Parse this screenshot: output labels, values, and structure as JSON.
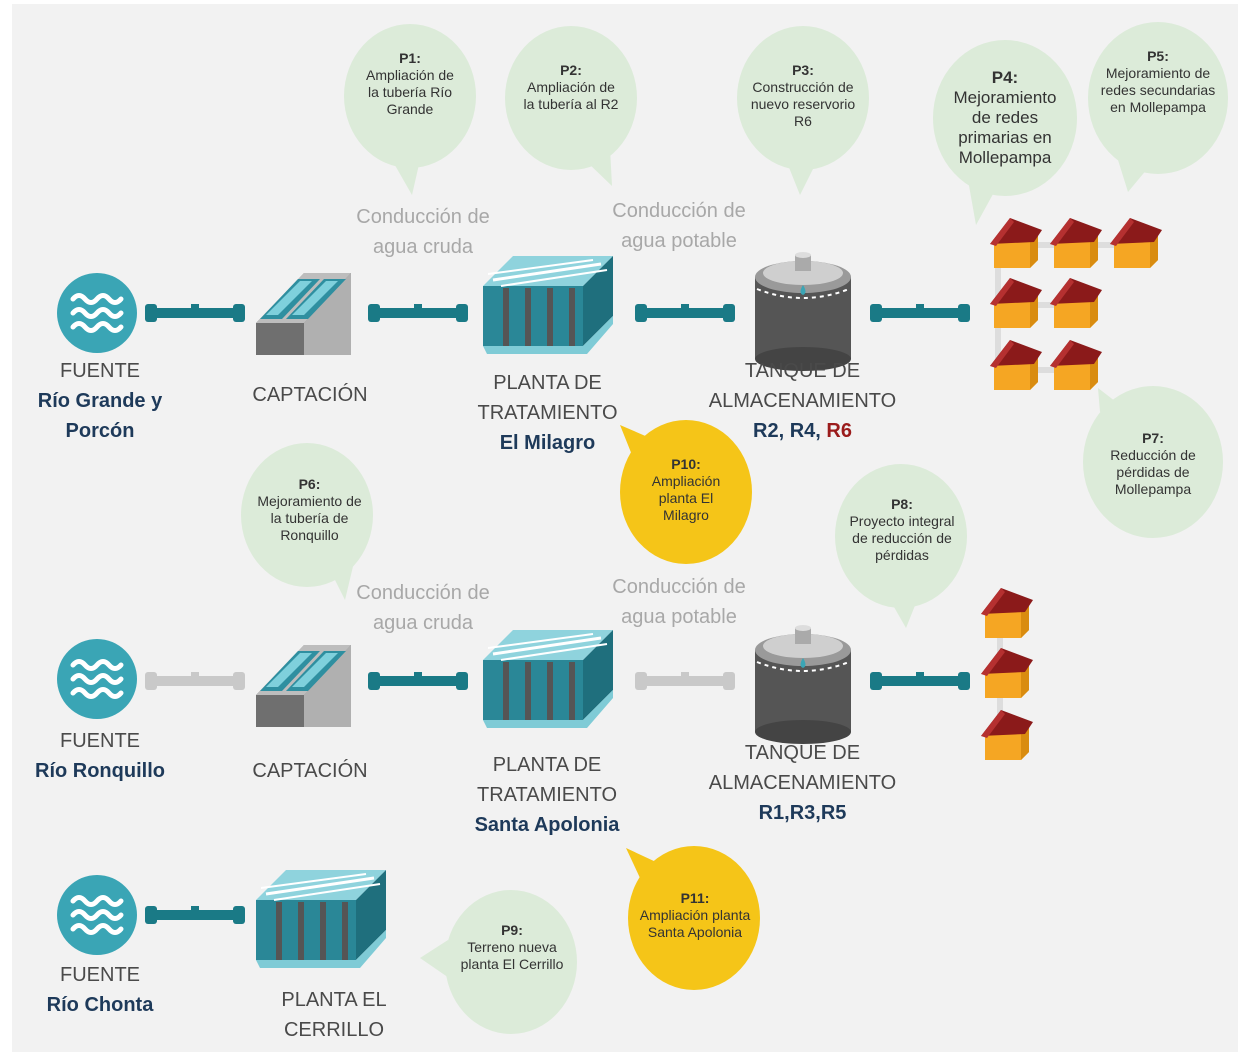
{
  "rows": [
    {
      "source": {
        "label": "FUENTE",
        "name": "Río Grande y Porcón"
      },
      "intake": {
        "label": "CAPTACIÓN"
      },
      "raw_water": {
        "label": "Conducción de agua cruda"
      },
      "plant": {
        "label": "PLANTA DE TRATAMIENTO",
        "name": "El Milagro"
      },
      "potable_water": {
        "label": "Conducción de agua potable"
      },
      "tank": {
        "label": "TANQUE DE ALMACENAMIENTO",
        "names_existing": "R2, R4,",
        "name_new": "R6",
        "new_color": "#9b1c1c"
      }
    },
    {
      "source": {
        "label": "FUENTE",
        "name": "Río Ronquillo"
      },
      "intake": {
        "label": "CAPTACIÓN"
      },
      "raw_water": {
        "label": "Conducción de agua cruda"
      },
      "plant": {
        "label": "PLANTA DE TRATAMIENTO",
        "name": "Santa Apolonia"
      },
      "potable_water": {
        "label": "Conducción de agua potable"
      },
      "tank": {
        "label": "TANQUE DE ALMACENAMIENTO",
        "names": "R1,R3,R5"
      }
    },
    {
      "source": {
        "label": "FUENTE",
        "name": "Río Chonta"
      },
      "plant": {
        "label": "PLANTA EL CERRILLO"
      }
    }
  ],
  "projects": [
    {
      "id": "P1:",
      "text": "Ampliación de la tubería Río Grande",
      "color": "#dcebd9"
    },
    {
      "id": "P2:",
      "text": "Ampliación de la tubería al R2",
      "color": "#dcebd9"
    },
    {
      "id": "P3:",
      "text": "Construcción de nuevo reservorio R6",
      "color": "#dcebd9"
    },
    {
      "id": "P4:",
      "text": "Mejoramiento de redes primarias en Mollepampa",
      "color": "#dcebd9"
    },
    {
      "id": "P5:",
      "text": "Mejoramiento de redes secundarias en Mollepampa",
      "color": "#dcebd9"
    },
    {
      "id": "P6:",
      "text": "Mejoramiento de la tubería de Ronquillo",
      "color": "#dcebd9"
    },
    {
      "id": "P7:",
      "text": "Reducción de pérdidas de Mollepampa",
      "color": "#dcebd9"
    },
    {
      "id": "P8:",
      "text": "Proyecto integral de reducción de pérdidas",
      "color": "#dcebd9"
    },
    {
      "id": "P9:",
      "text": "Terreno nueva planta El Cerrillo",
      "color": "#dcebd9"
    },
    {
      "id": "P10:",
      "text": "Ampliación planta El Milagro",
      "color": "#f5c518"
    },
    {
      "id": "P11:",
      "text": "Ampliación planta Santa Apolonia",
      "color": "#f5c518"
    }
  ],
  "colors": {
    "background": "#f2f2f2",
    "pipe_active": "#1a7a86",
    "pipe_inactive": "#c9c9c9",
    "water_icon": "#3aa5b5",
    "house_wall": "#f5a623",
    "house_roof": "#8b1a1a",
    "label_dark": "#1e3a5a",
    "label_gray": "#4a4a4a",
    "conduction_text": "#a8a8a8"
  },
  "icons": [
    "water-source-icon",
    "intake-structure-icon",
    "treatment-plant-icon",
    "storage-tank-icon",
    "house-icon",
    "pipe-icon"
  ]
}
